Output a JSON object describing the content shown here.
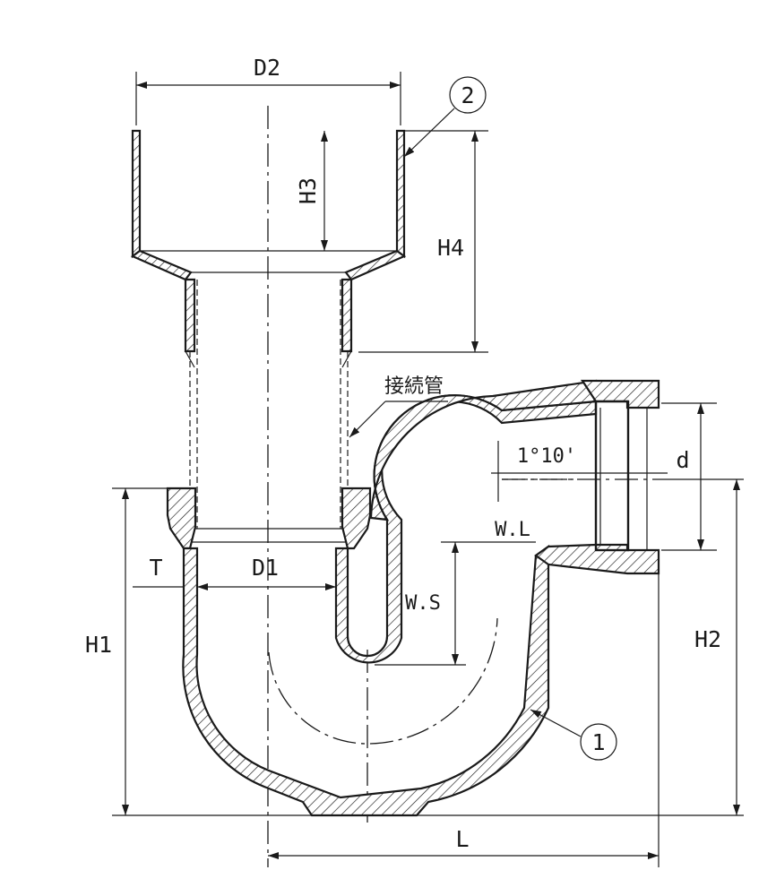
{
  "labels": {
    "d2": "D2",
    "d1": "D1",
    "h1": "H1",
    "h2": "H2",
    "h3": "H3",
    "h4": "H4",
    "t": "T",
    "l": "L",
    "d": "d",
    "ws": "W.S",
    "wl": "W.L",
    "angle": "1°10'",
    "connecting_pipe": "接続管"
  },
  "callouts": {
    "part_1": "1",
    "part_2": "2"
  }
}
